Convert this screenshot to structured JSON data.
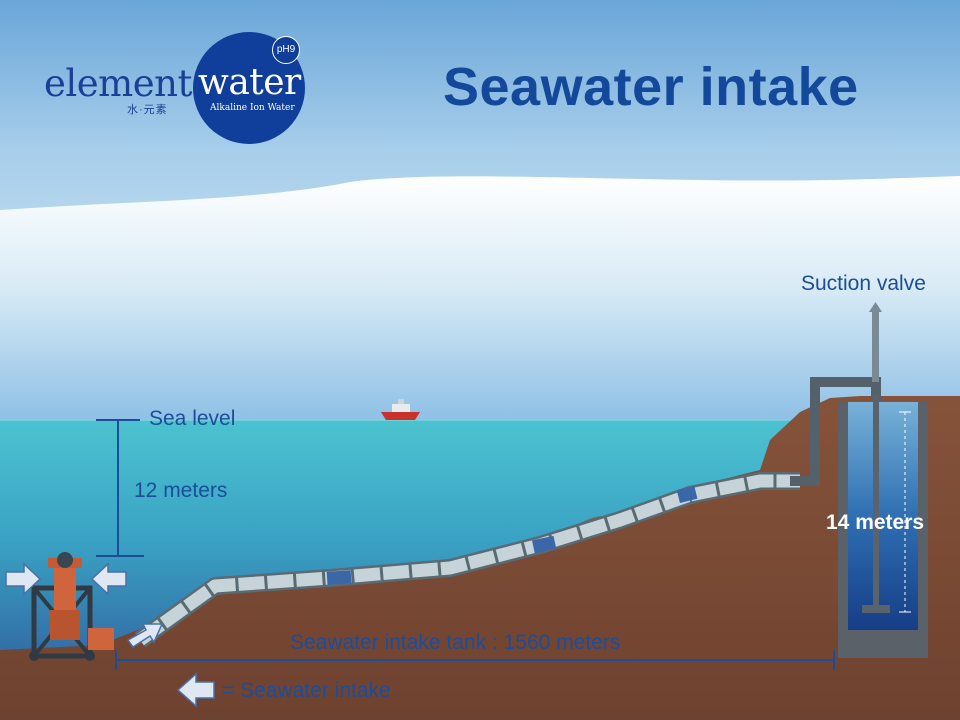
{
  "title": "Seawater intake",
  "logo": {
    "wordmark_part1": "element",
    "wordmark_part2": "water",
    "subtitle": "Alkaline Ion Water",
    "badge": "pH9",
    "chinese": "水·元素"
  },
  "labels": {
    "suction_valve": "Suction valve",
    "sea_level": "Sea level",
    "depth_sea": "12 meters",
    "depth_tank": "14 meters",
    "pipe_length": "Seawater intake tank : 1560 meters",
    "legend": "= Seawater intake"
  },
  "colors": {
    "sky_top": "#7fb4de",
    "sea_surface": "#47c0cf",
    "sea_deep": "#2f5e9e",
    "ground": "#7b4a33",
    "text_blue": "#1b4d9a",
    "pipe": "#c8d6dc",
    "arrow_fill": "#dfe8f2"
  },
  "icons": [
    "intake-arrow-icon",
    "ship-icon",
    "pump-icon"
  ]
}
